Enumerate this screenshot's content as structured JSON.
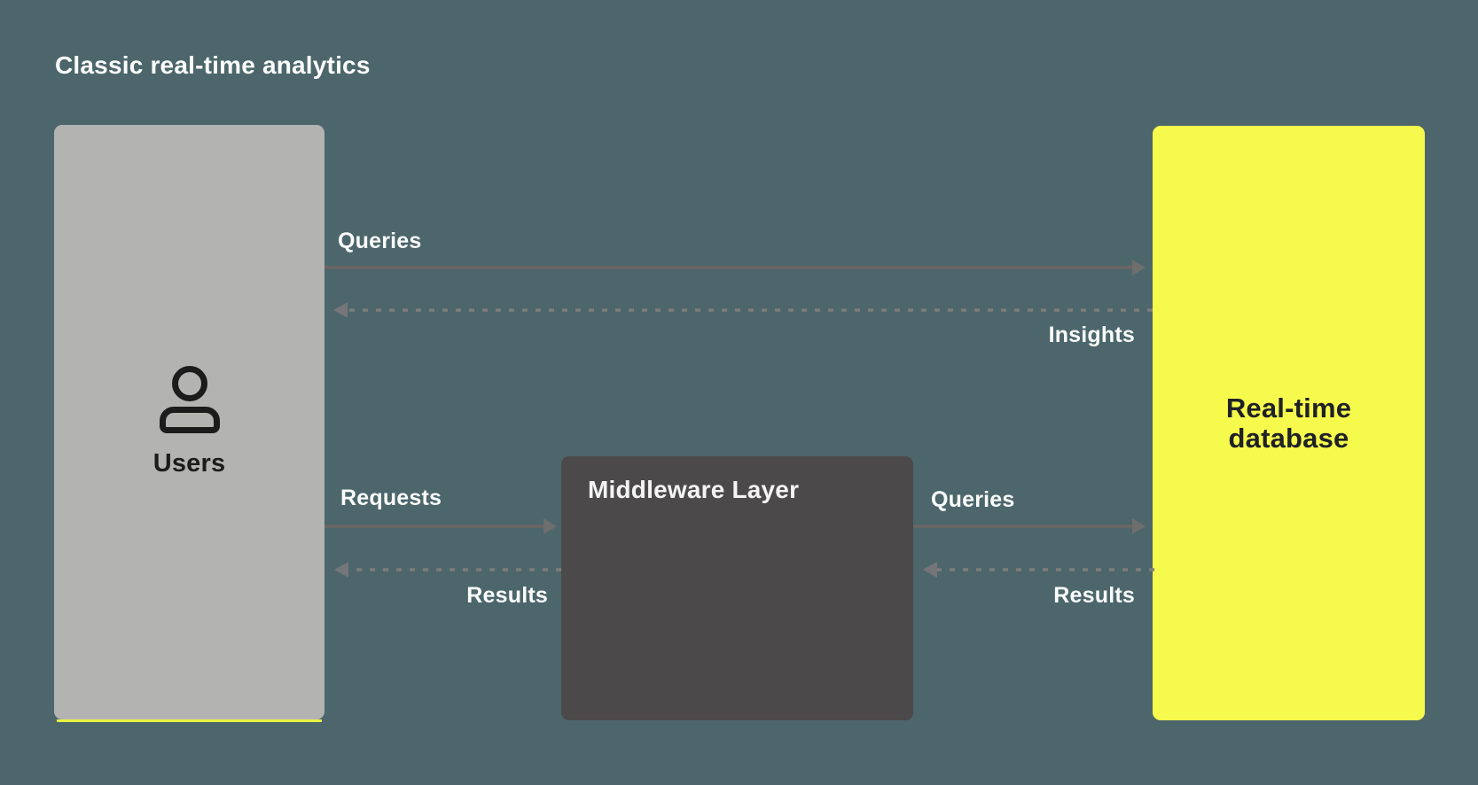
{
  "title": "Classic real-time analytics",
  "nodes": {
    "users": {
      "label": "Users",
      "icon": "person-icon",
      "color": "#b3b3b2",
      "accent_underline_color": "#e9f243"
    },
    "middleware": {
      "label": "Middleware Layer",
      "color": "#4b4949"
    },
    "database": {
      "label": "Real-time database",
      "color": "#f6fa4d"
    }
  },
  "edges": [
    {
      "label": "Queries",
      "from": "users",
      "to": "database",
      "style": "solid",
      "direction": "right"
    },
    {
      "label": "Insights",
      "from": "database",
      "to": "users",
      "style": "dashed",
      "direction": "left"
    },
    {
      "label": "Requests",
      "from": "users",
      "to": "middleware",
      "style": "solid",
      "direction": "right"
    },
    {
      "label": "Results",
      "from": "middleware",
      "to": "users",
      "style": "dashed",
      "direction": "left"
    },
    {
      "label": "Queries",
      "from": "middleware",
      "to": "database",
      "style": "solid",
      "direction": "right"
    },
    {
      "label": "Results",
      "from": "database",
      "to": "middleware",
      "style": "dashed",
      "direction": "left"
    }
  ],
  "colors": {
    "background": "#4c666b",
    "title_text": "#fcfdfd",
    "edge_label_text": "#fafcfb",
    "arrow_solid": "#676665",
    "arrow_dashed": "#7d7d7b",
    "node_text_dark": "#1c1c1c"
  }
}
